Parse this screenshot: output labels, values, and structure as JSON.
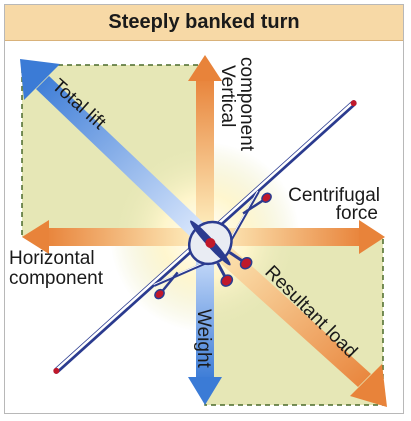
{
  "title": "Steeply banked turn",
  "labels": {
    "total_lift": "Total lift",
    "vertical_component_line1": "Vertical",
    "vertical_component_line2": "component",
    "centrifugal_force_line1": "Centrifugal",
    "centrifugal_force_line2": "force",
    "horizontal_component_line1": "Horizontal",
    "horizontal_component_line2": "component",
    "weight": "Weight",
    "resultant_load": "Resultant load"
  },
  "colors": {
    "title_bg": "#f7d9a6",
    "panel_fill": "#e6e7b6",
    "dashed_line": "#4a6a2a",
    "orange_arrow": "#e8833a",
    "blue_arrow": "#3b7bd6",
    "airplane_blue": "#2b3b8f"
  }
}
